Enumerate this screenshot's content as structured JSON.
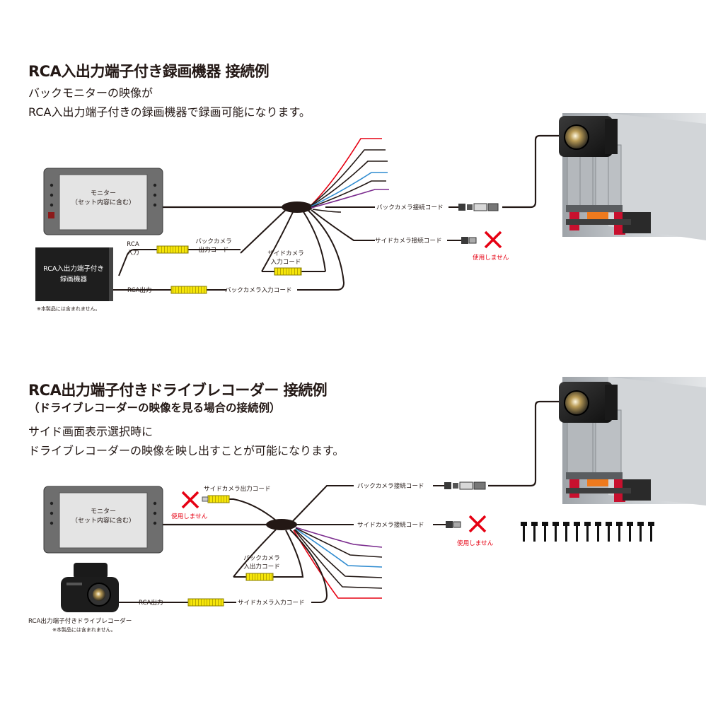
{
  "section1": {
    "title": "RCA入出力端子付き録画機器 接続例",
    "desc_line1": "バックモニターの映像が",
    "desc_line2": "RCA入出力端子付きの録画機器で録画可能になります。",
    "monitor_line1": "モニター",
    "monitor_line2": "（セット内容に含む）",
    "recorder_line1": "RCA入出力端子付き",
    "recorder_line2": "録画機器",
    "note": "※本製品には含まれません。",
    "rca_in_line1": "RCA",
    "rca_in_line2": "入力",
    "rca_out": "RCA出力",
    "back_out_line1": "バックカメラ",
    "back_out_line2": "出力コード",
    "side_in_line1": "サイドカメラ",
    "side_in_line2": "入力コード",
    "back_in": "バックカメラ入力コード",
    "back_conn": "バックカメラ接続コード",
    "side_conn": "サイドカメラ接続コード",
    "not_used": "使用しません"
  },
  "section2": {
    "title": "RCA出力端子付きドライブレコーダー 接続例",
    "subtitle": "（ドライブレコーダーの映像を見る場合の接続例）",
    "desc_line1": "サイド画面表示選択時に",
    "desc_line2": "ドライブレコーダーの映像を映し出すことが可能になります。",
    "monitor_line1": "モニター",
    "monitor_line2": "（セット内容に含む）",
    "side_out": "サイドカメラ出力コード",
    "not_used_left": "使用しません",
    "back_conn": "バックカメラ接続コード",
    "side_conn": "サイドカメラ接続コード",
    "not_used_right": "使用しません",
    "back_io_line1": "バックカメラ",
    "back_io_line2": "入出力コード",
    "rca_out": "RCA出力",
    "side_in": "サイドカメラ入力コード",
    "dashcam_label": "RCA出力端子付きドライブレコーダー",
    "note": "※本製品には含まれません。"
  },
  "colors": {
    "cable": "#231815",
    "rca_yellow": "#f5e50a",
    "cross_red": "#e60012",
    "wire_red": "#e60012",
    "wire_blue": "#2e8bd0",
    "wire_purple": "#7b2c8e",
    "monitor_body": "#6e6e6e",
    "monitor_screen": "#e4e4e4"
  },
  "icons": [
    "monitor-icon",
    "recorder-icon",
    "truck-icon",
    "camera-icon",
    "dashcam-icon",
    "screw-icon",
    "cross-icon"
  ]
}
